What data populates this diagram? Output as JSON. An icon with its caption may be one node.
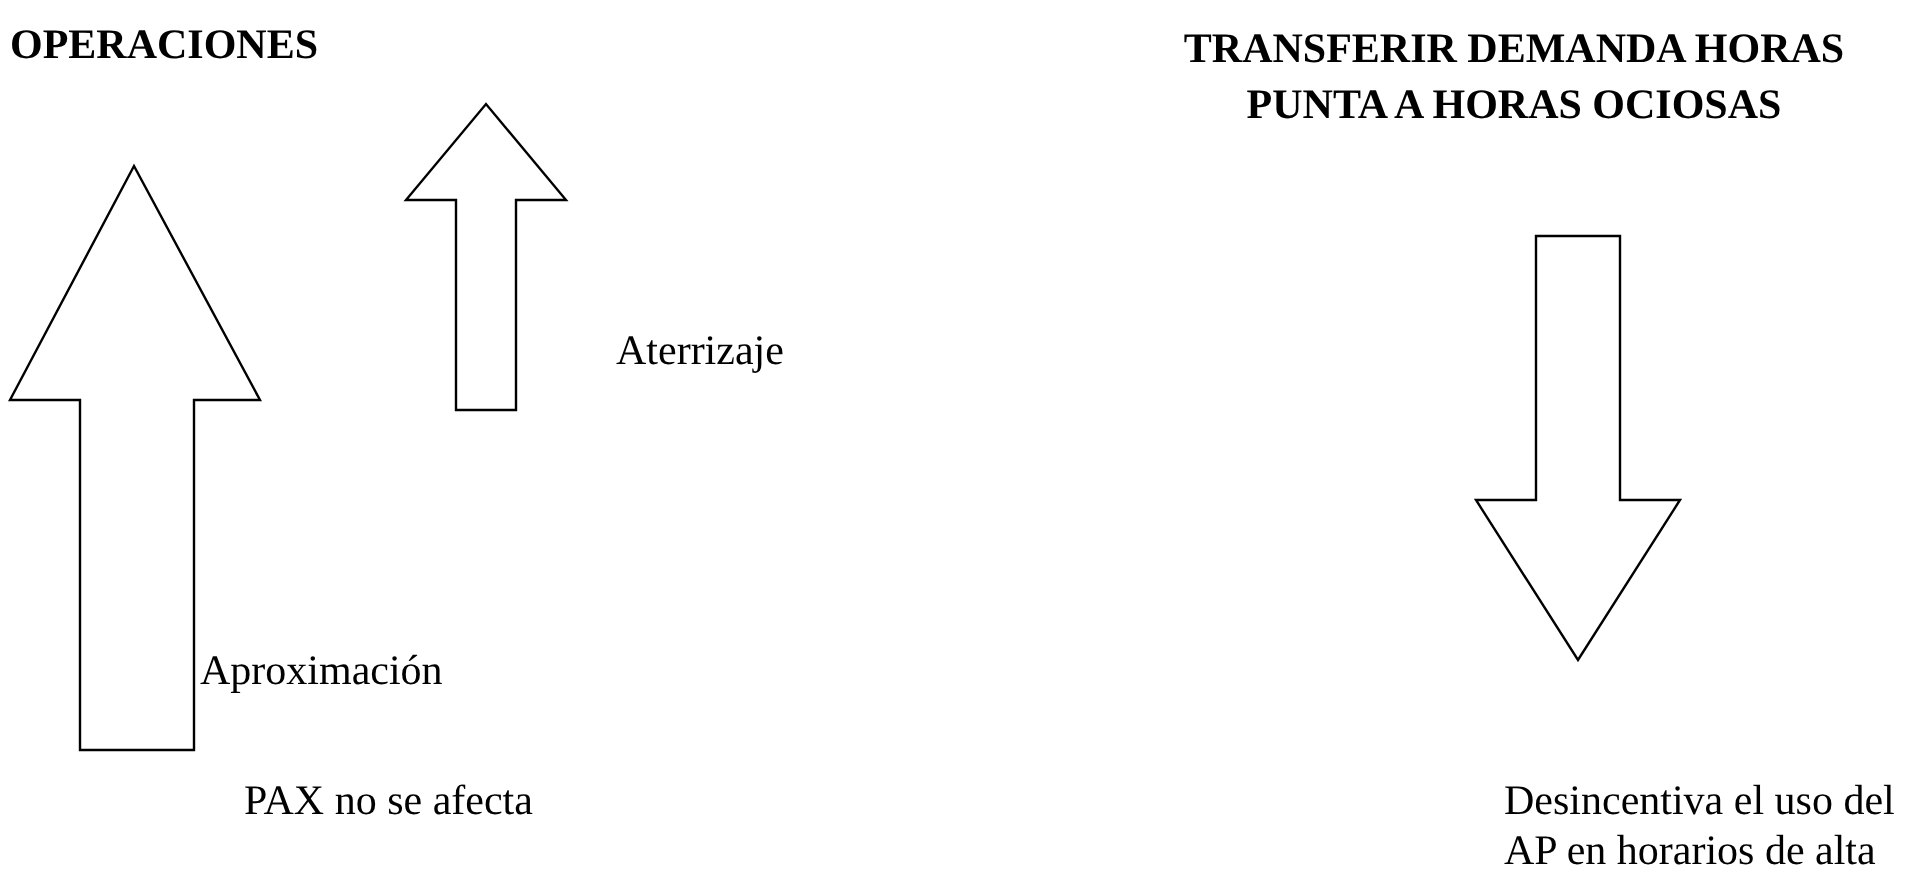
{
  "diagram": {
    "labels": [
      "OPERACIONES",
      "TRANSFERIR DEMANDA HORAS PUNTA A HORAS OCIOSAS",
      "Aterrizaje",
      "Aproximación",
      "PAX no se afecta",
      "Desincentiva el uso del AP en horarios de alta"
    ]
  }
}
